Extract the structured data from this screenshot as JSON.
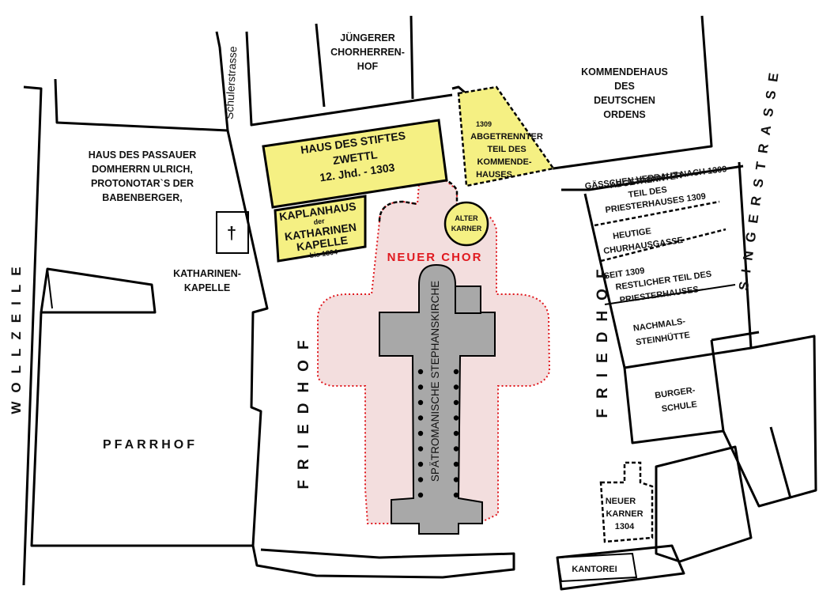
{
  "streets": {
    "wollzeile": "WOLLZEILE",
    "singerstrasse": "SINGERSTRASSE",
    "schulerstrasse": "Schulerstrasse",
    "gaesschen": "GÄSSCHEN VERBAUT NACH 1309"
  },
  "buildings": {
    "juengerer_chorherrenhof": [
      "JÜNGERER",
      "CHORHERREN-",
      "HOF"
    ],
    "kommendehaus": [
      "KOMMENDEHAUS",
      "DES",
      "DEUTSCHEN",
      "ORDENS"
    ],
    "haus_passauer": [
      "HAUS DES PASSAUER",
      "DOMHERRN  ULRICH,",
      "PROTONOTAR`S  DER",
      "BABENBERGER,"
    ],
    "katharinenkapelle": [
      "KATHARINEN-",
      "KAPELLE"
    ],
    "pfarrhof": "PFARRHOF",
    "haus_stiftes_zwettl": [
      "HAUS DES STIFTES",
      "ZWETTL",
      "12. Jhd. - 1303"
    ],
    "kaplanhaus": [
      "KAPLANHAUS",
      "der",
      "KATHARINEN",
      "KAPELLE",
      "bis 1304"
    ],
    "abgetrennter_kommendehaus": [
      "1309",
      "ABGETRENNTER",
      "TEIL DES",
      "KOMMENDE-",
      "HAUSES"
    ],
    "alter_karner": [
      "ALTER",
      "KARNER"
    ],
    "abgetrennter_priesterhaus": [
      "ABGETRENNTER",
      "TEIL DES",
      "PRIESTERHAUSES 1309"
    ],
    "churhausgasse": [
      "HEUTIGE",
      "CHURHAUSGASSE"
    ],
    "restlicher_priesterhaus": [
      "SEIT 1309",
      "RESTLICHER TEIL DES",
      "PRIESTERHAUSES"
    ],
    "steinhuette": [
      "NACHMALS-",
      "STEINHÜTTE"
    ],
    "burgerschule": [
      "BURGER-",
      "SCHULE"
    ],
    "neuer_karner": [
      "NEUER",
      "KARNER",
      "1304"
    ],
    "kantorei": "KANTOREI"
  },
  "church": {
    "name": "SPÄTROMANISCHE  STEPHANSKIRCHE",
    "neuer_chor": "NEUER CHOR"
  },
  "friedhof_left": "FRIEDHOF",
  "friedhof_right": "FRIEDHOF",
  "cross_glyph": "†",
  "colors": {
    "yellow_building": "#f5f083",
    "church_grey": "#a8a8a8",
    "new_church_pink": "#f3dede",
    "new_outline_red": "#e0191f"
  }
}
